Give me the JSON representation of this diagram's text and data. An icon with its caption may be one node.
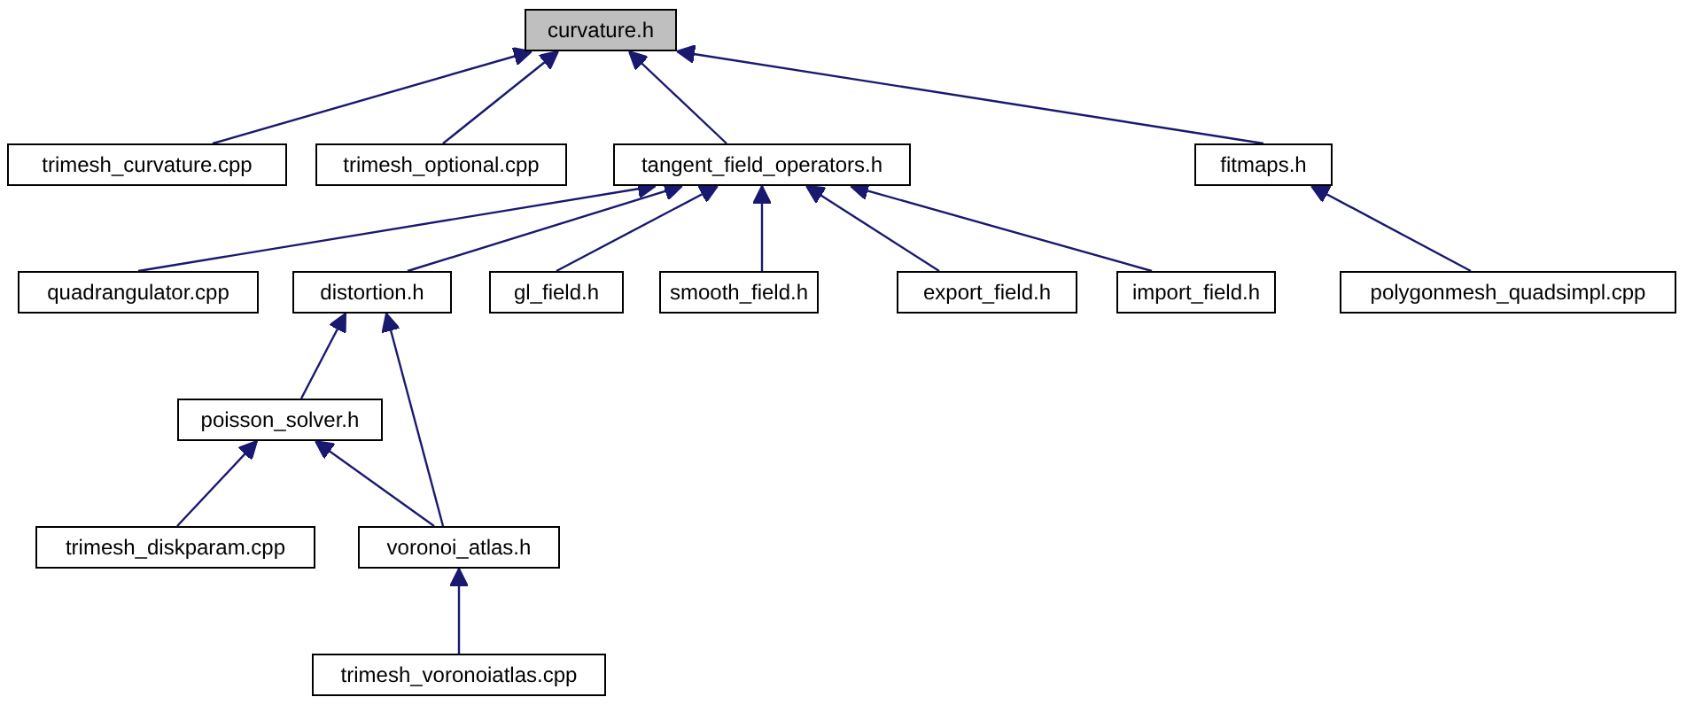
{
  "diagram": {
    "nodes": [
      {
        "text": [
          "curvature.h"
        ]
      },
      {
        "text": [
          "trimesh_curvature.cpp"
        ]
      },
      {
        "text": [
          "trimesh_optional.cpp"
        ]
      },
      {
        "text": [
          "tangent_field_operators.h"
        ]
      },
      {
        "text": [
          "fitmaps.h"
        ]
      },
      {
        "text": [
          "quadrangulator.cpp"
        ]
      },
      {
        "text": [
          "distortion.h"
        ]
      },
      {
        "text": [
          "gl_field.h"
        ]
      },
      {
        "text": [
          "smooth_field.h"
        ]
      },
      {
        "text": [
          "export_field.h"
        ]
      },
      {
        "text": [
          "import_field.h"
        ]
      },
      {
        "text": [
          "polygonmesh_quadsimpl.cpp"
        ]
      },
      {
        "text": [
          "poisson_solver.h"
        ]
      },
      {
        "text": [
          "trimesh_diskparam.cpp"
        ]
      },
      {
        "text": [
          "voronoi_atlas.h"
        ]
      },
      {
        "text": [
          "trimesh_voronoiatlas.cpp"
        ]
      }
    ],
    "edges": [
      {
        "from": 1,
        "to": 0,
        "arrow": "to"
      },
      {
        "from": 2,
        "to": 0,
        "arrow": "to"
      },
      {
        "from": 3,
        "to": 0,
        "arrow": "to"
      },
      {
        "from": 4,
        "to": 0,
        "arrow": "to"
      },
      {
        "from": 5,
        "to": 3,
        "arrow": "to"
      },
      {
        "from": 6,
        "to": 3,
        "arrow": "to"
      },
      {
        "from": 7,
        "to": 3,
        "arrow": "to"
      },
      {
        "from": 8,
        "to": 3,
        "arrow": "to"
      },
      {
        "from": 9,
        "to": 3,
        "arrow": "to"
      },
      {
        "from": 10,
        "to": 3,
        "arrow": "to"
      },
      {
        "from": 11,
        "to": 4,
        "arrow": "to"
      },
      {
        "from": 12,
        "to": 6,
        "arrow": "to"
      },
      {
        "from": 14,
        "to": 6,
        "arrow": "to"
      },
      {
        "from": 13,
        "to": 12,
        "arrow": "to"
      },
      {
        "from": 14,
        "to": 12,
        "arrow": "to"
      },
      {
        "from": 15,
        "to": 14,
        "arrow": "to"
      }
    ]
  }
}
